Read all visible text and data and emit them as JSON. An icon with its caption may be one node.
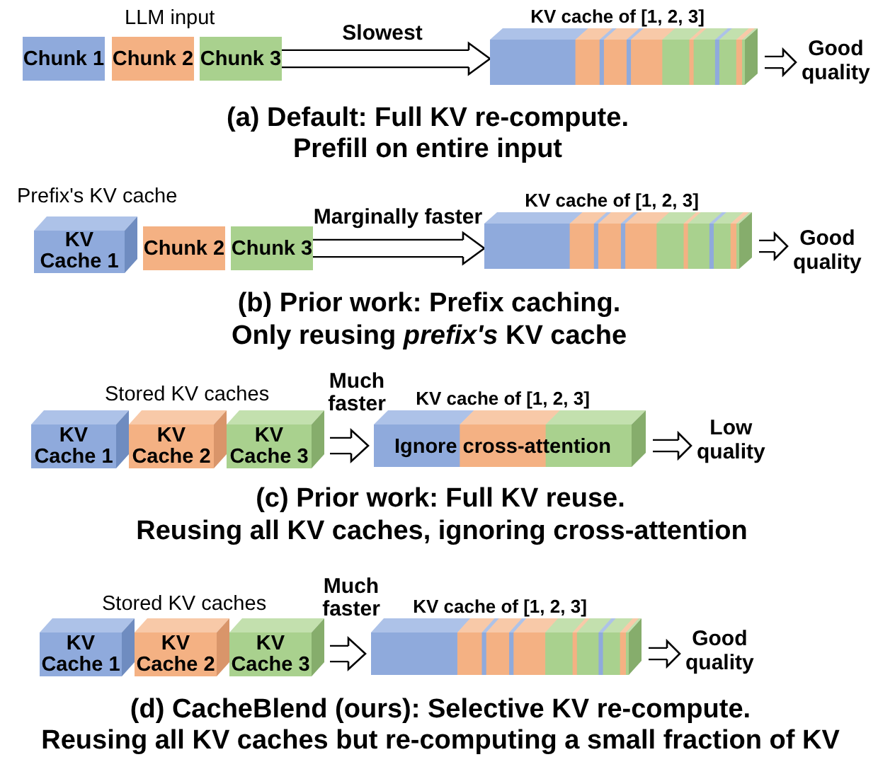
{
  "diagram": {
    "nodes": [
      {
        "text": [
          "Chunk 1"
        ]
      },
      {
        "text": [
          "Chunk 2"
        ]
      },
      {
        "text": [
          "Chunk 3"
        ]
      },
      {
        "text": [
          "KV cache of [1, 2, 3]"
        ]
      },
      {
        "text": [
          "Good quality"
        ]
      },
      {
        "text": [
          "KV Cache 1"
        ],
        "beside": [
          "Prefix's KV cache"
        ]
      },
      {
        "text": [
          "Chunk 2"
        ]
      },
      {
        "text": [
          "Chunk 3"
        ]
      },
      {
        "text": [
          "KV cache of [1, 2, 3]"
        ]
      },
      {
        "text": [
          "Good quality"
        ]
      },
      {
        "text": [
          "KV Cache 1"
        ]
      },
      {
        "text": [
          "KV Cache 2"
        ]
      },
      {
        "text": [
          "KV Cache 3"
        ]
      },
      {
        "text": [
          "KV cache of [1, 2, 3]",
          "Ignore cross-attention"
        ]
      },
      {
        "text": [
          "Low quality"
        ]
      },
      {
        "text": [
          "KV Cache 1"
        ]
      },
      {
        "text": [
          "KV Cache 2"
        ]
      },
      {
        "text": [
          "KV Cache 3"
        ]
      },
      {
        "text": [
          "KV cache of [1, 2, 3]"
        ]
      },
      {
        "text": [
          "Good quality"
        ]
      }
    ],
    "edges": [
      {
        "from": 2,
        "to": 3,
        "arrow": "to",
        "label": "Slowest"
      },
      {
        "from": 3,
        "to": 4,
        "arrow": "to"
      },
      {
        "from": 7,
        "to": 8,
        "arrow": "to",
        "label": "Marginally faster"
      },
      {
        "from": 8,
        "to": 9,
        "arrow": "to"
      },
      {
        "from": 12,
        "to": 13,
        "arrow": "to",
        "label": "Much faster"
      },
      {
        "from": 13,
        "to": 14,
        "arrow": "to"
      },
      {
        "from": 17,
        "to": 18,
        "arrow": "to",
        "label": "Much faster"
      },
      {
        "from": 18,
        "to": 19,
        "arrow": "to"
      }
    ],
    "labels": [
      "LLM input",
      "(a) Default: Full KV re-compute.",
      "Prefill on entire input",
      "(b) Prior work: Prefix caching.",
      "Only reusing *prefix's* KV cache",
      "Stored KV caches",
      "(c) Prior work: Full KV reuse.",
      "Reusing all KV caches, ignoring cross-attention",
      "Stored KV caches",
      "(d) CacheBlend (ours): Selective KV re-compute.",
      "Reusing all KV caches but re-computing a small fraction of KV"
    ]
  }
}
